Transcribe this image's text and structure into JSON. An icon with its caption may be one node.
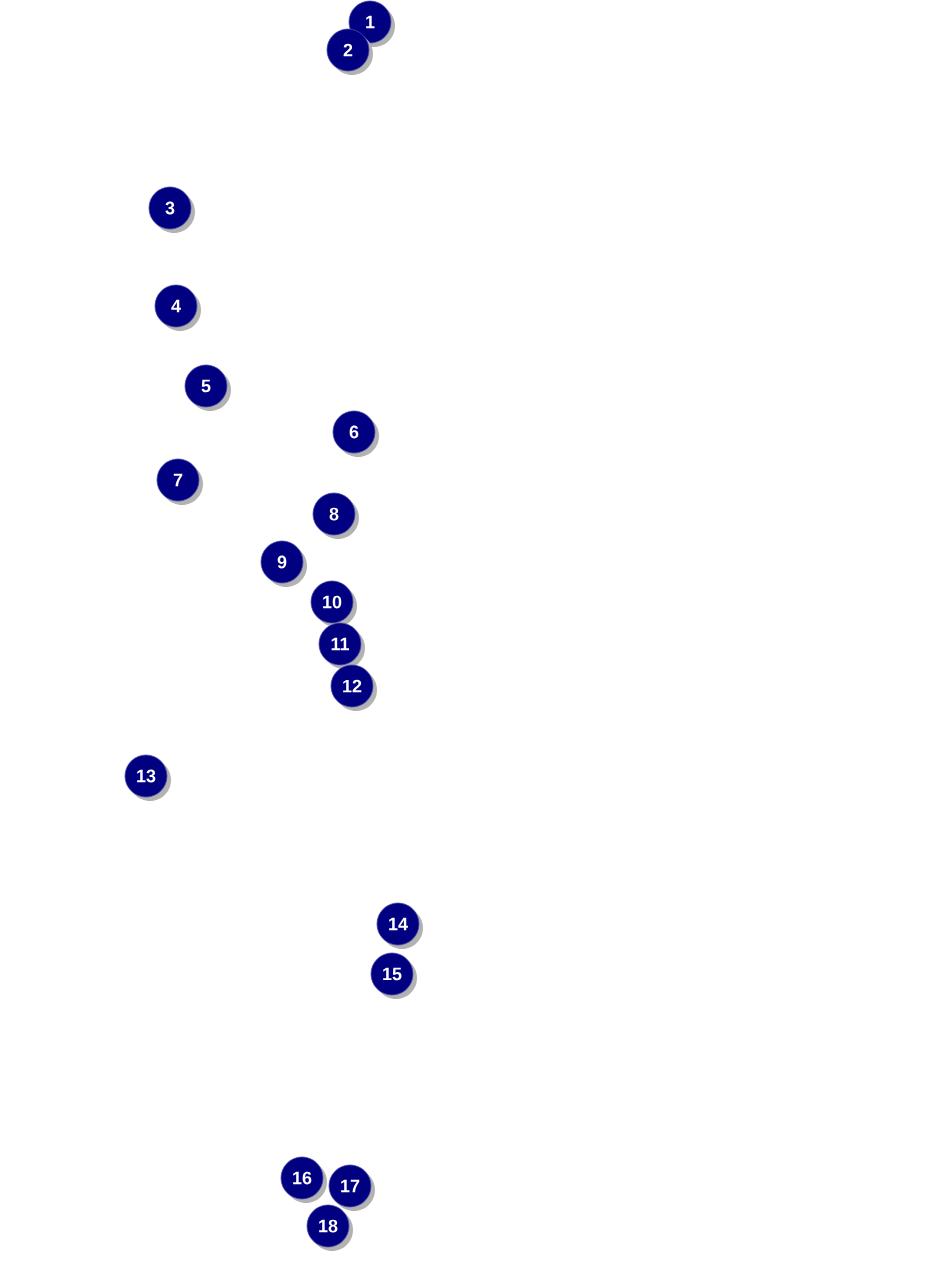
{
  "diagram": {
    "labels": [
      "1",
      "2",
      "3",
      "4",
      "5",
      "6",
      "7",
      "8",
      "9",
      "10",
      "11",
      "12",
      "13",
      "14",
      "15",
      "16",
      "17",
      "18"
    ]
  }
}
